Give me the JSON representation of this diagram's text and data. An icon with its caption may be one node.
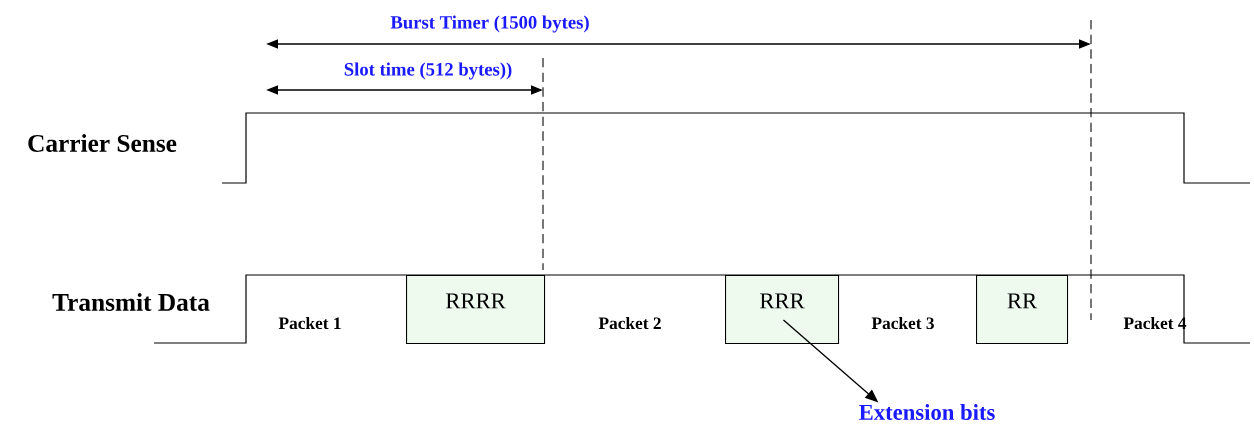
{
  "diagram": {
    "nodes": [
      {
        "text": [
          "RRRR"
        ]
      },
      {
        "text": [
          "RRR"
        ]
      },
      {
        "text": [
          "RR"
        ]
      },
      {
        "text": [
          "Extension bits"
        ]
      }
    ],
    "edges": [
      {
        "from": 1,
        "to": 3,
        "arrow": "to"
      }
    ],
    "labels": [
      "Burst Timer (1500 bytes)",
      "Slot time (512 bytes))",
      "Carrier Sense",
      "Transmit Data",
      "Packet 1",
      "Packet 2",
      "Packet 3",
      "Packet 4"
    ]
  }
}
